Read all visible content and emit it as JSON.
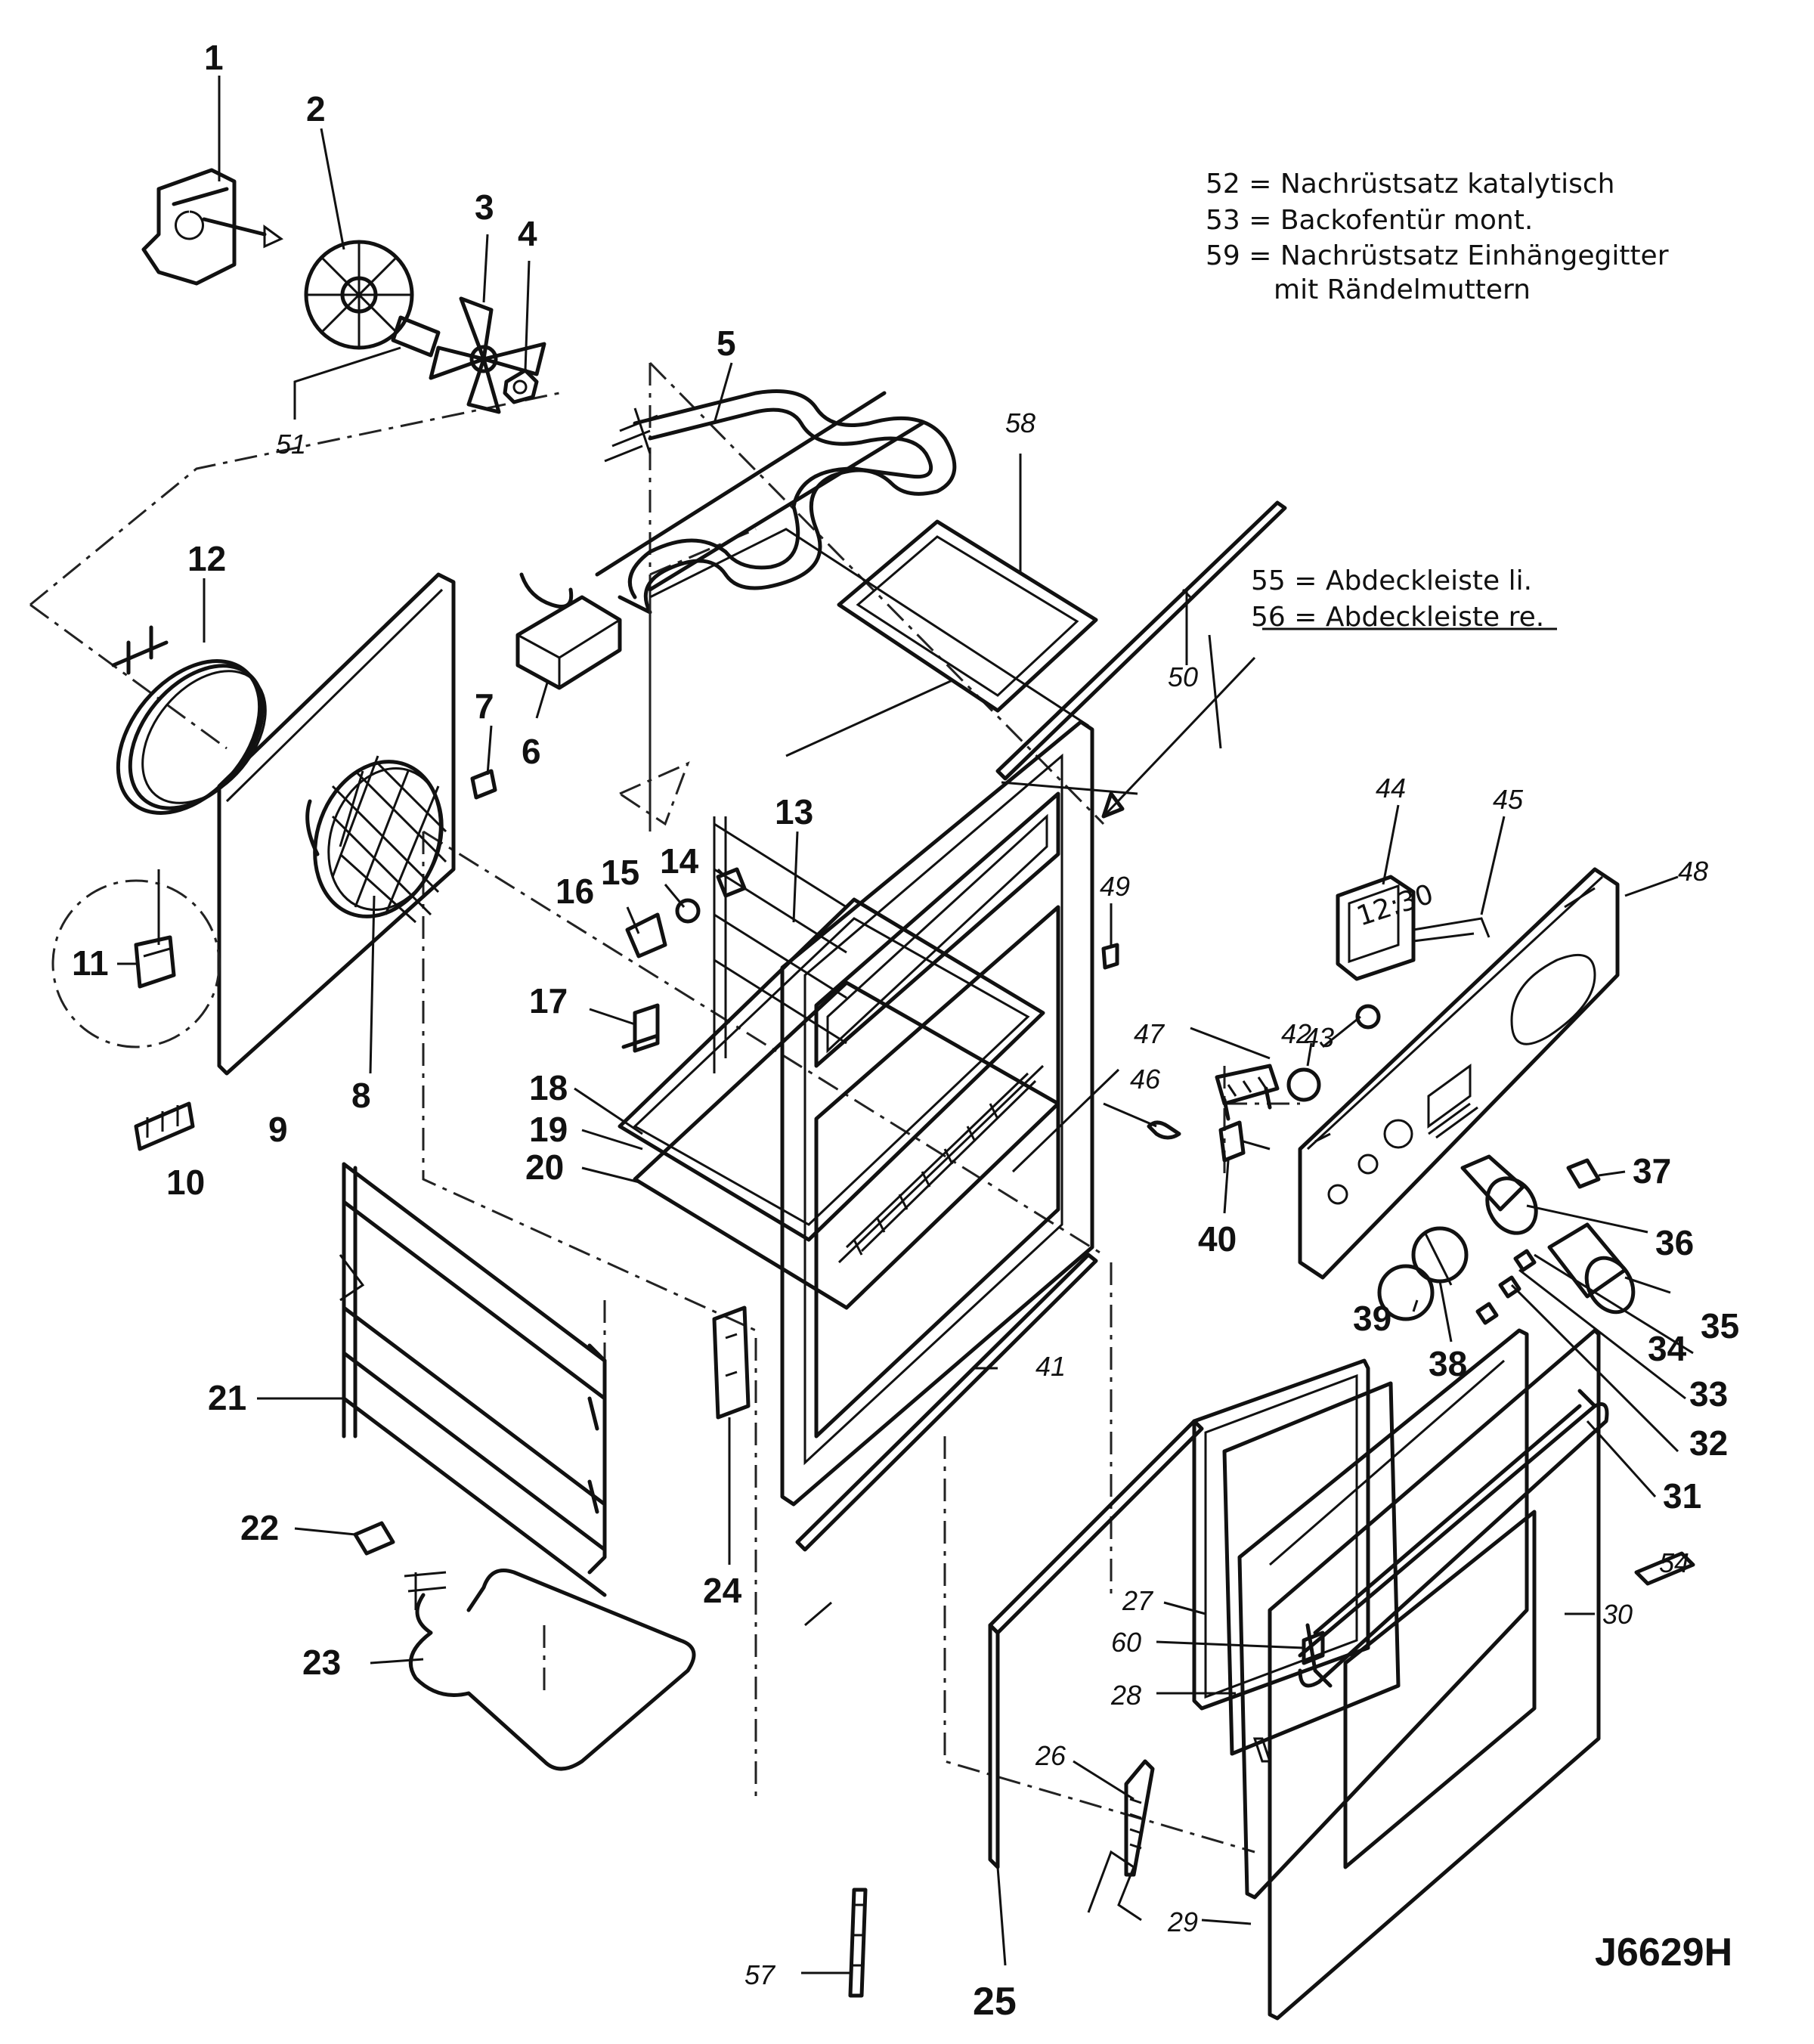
{
  "notes": [
    {
      "id": "52",
      "text": "52 = Nachrüstsatz katalytisch"
    },
    {
      "id": "53",
      "text": "53 = Backofentür mont."
    },
    {
      "id": "59",
      "text": "59 = Nachrüstsatz Einhängegitter"
    },
    {
      "id": "59b",
      "text": "mit Rändelmuttern"
    },
    {
      "id": "55",
      "text": "55 = Abdeckleiste li."
    },
    {
      "id": "56",
      "text": "56 = Abdeckleiste re."
    }
  ],
  "clock_display": "12:30",
  "drawing_ref": "J6629H",
  "labels": {
    "l1": "1",
    "l2": "2",
    "l3": "3",
    "l4": "4",
    "l5": "5",
    "l6": "6",
    "l7": "7",
    "l8": "8",
    "l9": "9",
    "l10": "10",
    "l11": "11",
    "l12": "12",
    "l13": "13",
    "l14": "14",
    "l15": "15",
    "l16": "16",
    "l17": "17",
    "l18": "18",
    "l19": "19",
    "l20": "20",
    "l21": "21",
    "l22": "22",
    "l23": "23",
    "l24": "24",
    "l25": "25",
    "l26": "26",
    "l27": "27",
    "l28": "28",
    "l29": "29",
    "l30": "30",
    "l31": "31",
    "l32": "32",
    "l33": "33",
    "l34": "34",
    "l35": "35",
    "l36": "36",
    "l37": "37",
    "l38": "38",
    "l39": "39",
    "l40": "40",
    "l41": "41",
    "l42": "42",
    "l43": "43",
    "l44": "44",
    "l45": "45",
    "l46": "46",
    "l47": "47",
    "l48": "48",
    "l49": "49",
    "l50": "50",
    "l51": "51",
    "l54": "54",
    "l57": "57",
    "l58": "58",
    "l60": "60"
  }
}
